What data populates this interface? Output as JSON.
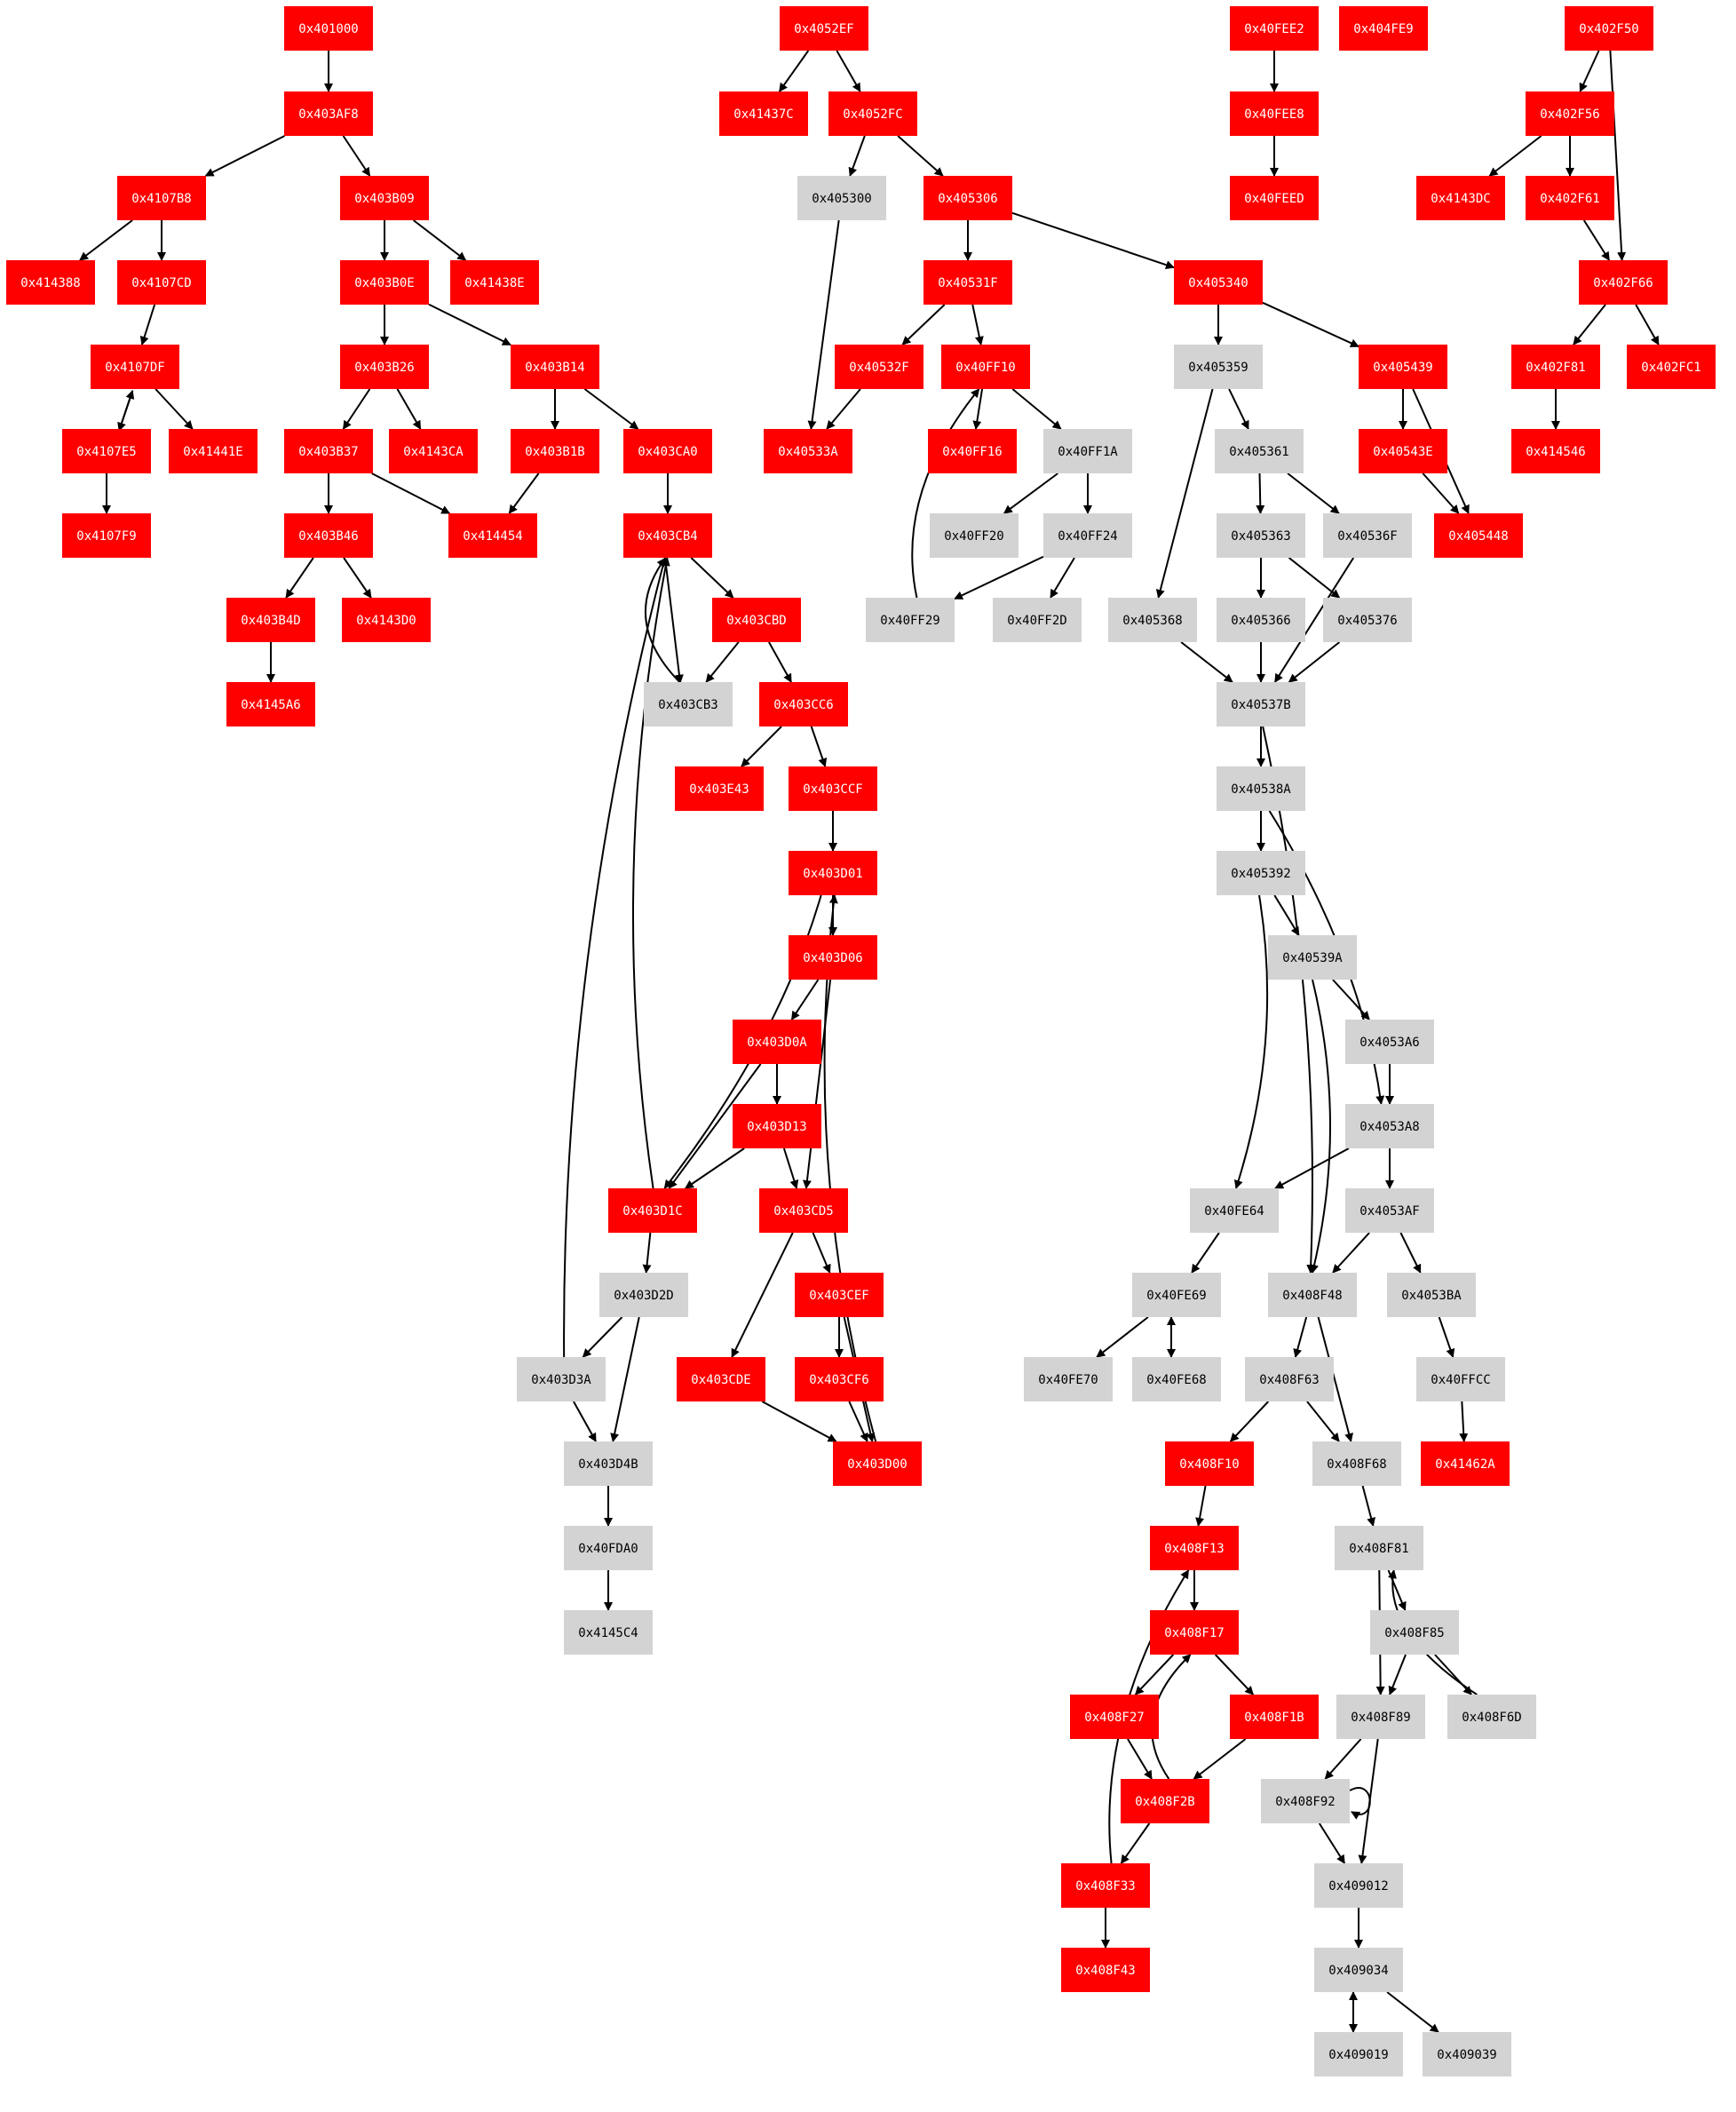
{
  "colors": {
    "visited": "#ff0000",
    "unvisited": "#d3d3d3",
    "visited_text": "#ffffff",
    "unvisited_text": "#000000",
    "edge": "#000000"
  },
  "nodes": [
    {
      "id": "0x401000",
      "state": "visited"
    },
    {
      "id": "0x403AF8",
      "state": "visited"
    },
    {
      "id": "0x4107B8",
      "state": "visited"
    },
    {
      "id": "0x403B09",
      "state": "visited"
    },
    {
      "id": "0x414388",
      "state": "visited"
    },
    {
      "id": "0x4107CD",
      "state": "visited"
    },
    {
      "id": "0x403B0E",
      "state": "visited"
    },
    {
      "id": "0x41438E",
      "state": "visited"
    },
    {
      "id": "0x4107DF",
      "state": "visited"
    },
    {
      "id": "0x403B26",
      "state": "visited"
    },
    {
      "id": "0x403B14",
      "state": "visited"
    },
    {
      "id": "0x4107E5",
      "state": "visited"
    },
    {
      "id": "0x41441E",
      "state": "visited"
    },
    {
      "id": "0x403B37",
      "state": "visited"
    },
    {
      "id": "0x4143CA",
      "state": "visited"
    },
    {
      "id": "0x403B1B",
      "state": "visited"
    },
    {
      "id": "0x403CA0",
      "state": "visited"
    },
    {
      "id": "0x4107F9",
      "state": "visited"
    },
    {
      "id": "0x403B46",
      "state": "visited"
    },
    {
      "id": "0x414454",
      "state": "visited"
    },
    {
      "id": "0x403CB4",
      "state": "visited"
    },
    {
      "id": "0x403B4D",
      "state": "visited"
    },
    {
      "id": "0x4143D0",
      "state": "visited"
    },
    {
      "id": "0x403CBD",
      "state": "visited"
    },
    {
      "id": "0x4145A6",
      "state": "visited"
    },
    {
      "id": "0x403CB3",
      "state": "unvisited"
    },
    {
      "id": "0x403CC6",
      "state": "visited"
    },
    {
      "id": "0x403E43",
      "state": "visited"
    },
    {
      "id": "0x403CCF",
      "state": "visited"
    },
    {
      "id": "0x403D01",
      "state": "visited"
    },
    {
      "id": "0x403D06",
      "state": "visited"
    },
    {
      "id": "0x403D0A",
      "state": "visited"
    },
    {
      "id": "0x403D13",
      "state": "visited"
    },
    {
      "id": "0x403D1C",
      "state": "visited"
    },
    {
      "id": "0x403CD5",
      "state": "visited"
    },
    {
      "id": "0x403D2D",
      "state": "unvisited"
    },
    {
      "id": "0x403CEF",
      "state": "visited"
    },
    {
      "id": "0x403D3A",
      "state": "unvisited"
    },
    {
      "id": "0x403CDE",
      "state": "visited"
    },
    {
      "id": "0x403CF6",
      "state": "visited"
    },
    {
      "id": "0x403D4B",
      "state": "unvisited"
    },
    {
      "id": "0x403D00",
      "state": "visited"
    },
    {
      "id": "0x40FDA0",
      "state": "unvisited"
    },
    {
      "id": "0x4145C4",
      "state": "unvisited"
    },
    {
      "id": "0x4052EF",
      "state": "visited"
    },
    {
      "id": "0x41437C",
      "state": "visited"
    },
    {
      "id": "0x4052FC",
      "state": "visited"
    },
    {
      "id": "0x405300",
      "state": "unvisited"
    },
    {
      "id": "0x405306",
      "state": "visited"
    },
    {
      "id": "0x40531F",
      "state": "visited"
    },
    {
      "id": "0x405340",
      "state": "visited"
    },
    {
      "id": "0x40532F",
      "state": "visited"
    },
    {
      "id": "0x40FF10",
      "state": "visited"
    },
    {
      "id": "0x405359",
      "state": "unvisited"
    },
    {
      "id": "0x405439",
      "state": "visited"
    },
    {
      "id": "0x40533A",
      "state": "visited"
    },
    {
      "id": "0x40FF16",
      "state": "visited"
    },
    {
      "id": "0x40FF1A",
      "state": "unvisited"
    },
    {
      "id": "0x405361",
      "state": "unvisited"
    },
    {
      "id": "0x40543E",
      "state": "visited"
    },
    {
      "id": "0x40FF20",
      "state": "unvisited"
    },
    {
      "id": "0x40FF24",
      "state": "unvisited"
    },
    {
      "id": "0x405363",
      "state": "unvisited"
    },
    {
      "id": "0x40536F",
      "state": "unvisited"
    },
    {
      "id": "0x405448",
      "state": "visited"
    },
    {
      "id": "0x40FF29",
      "state": "unvisited"
    },
    {
      "id": "0x40FF2D",
      "state": "unvisited"
    },
    {
      "id": "0x405368",
      "state": "unvisited"
    },
    {
      "id": "0x405366",
      "state": "unvisited"
    },
    {
      "id": "0x405376",
      "state": "unvisited"
    },
    {
      "id": "0x40537B",
      "state": "unvisited"
    },
    {
      "id": "0x40538A",
      "state": "unvisited"
    },
    {
      "id": "0x405392",
      "state": "unvisited"
    },
    {
      "id": "0x40539A",
      "state": "unvisited"
    },
    {
      "id": "0x4053A6",
      "state": "unvisited"
    },
    {
      "id": "0x4053A8",
      "state": "unvisited"
    },
    {
      "id": "0x40FE64",
      "state": "unvisited"
    },
    {
      "id": "0x4053AF",
      "state": "unvisited"
    },
    {
      "id": "0x40FE69",
      "state": "unvisited"
    },
    {
      "id": "0x408F48",
      "state": "unvisited"
    },
    {
      "id": "0x4053BA",
      "state": "unvisited"
    },
    {
      "id": "0x40FE70",
      "state": "unvisited"
    },
    {
      "id": "0x40FE68",
      "state": "unvisited"
    },
    {
      "id": "0x408F63",
      "state": "unvisited"
    },
    {
      "id": "0x40FFCC",
      "state": "unvisited"
    },
    {
      "id": "0x408F10",
      "state": "visited"
    },
    {
      "id": "0x408F68",
      "state": "unvisited"
    },
    {
      "id": "0x41462A",
      "state": "visited"
    },
    {
      "id": "0x408F13",
      "state": "visited"
    },
    {
      "id": "0x408F81",
      "state": "unvisited"
    },
    {
      "id": "0x408F17",
      "state": "visited"
    },
    {
      "id": "0x408F85",
      "state": "unvisited"
    },
    {
      "id": "0x408F27",
      "state": "visited"
    },
    {
      "id": "0x408F1B",
      "state": "visited"
    },
    {
      "id": "0x408F89",
      "state": "unvisited"
    },
    {
      "id": "0x408F6D",
      "state": "unvisited"
    },
    {
      "id": "0x408F2B",
      "state": "visited"
    },
    {
      "id": "0x408F92",
      "state": "unvisited"
    },
    {
      "id": "0x408F33",
      "state": "visited"
    },
    {
      "id": "0x409012",
      "state": "unvisited"
    },
    {
      "id": "0x408F43",
      "state": "visited"
    },
    {
      "id": "0x409034",
      "state": "unvisited"
    },
    {
      "id": "0x409019",
      "state": "unvisited"
    },
    {
      "id": "0x409039",
      "state": "unvisited"
    },
    {
      "id": "0x40FEE2",
      "state": "visited"
    },
    {
      "id": "0x404FE9",
      "state": "visited"
    },
    {
      "id": "0x40FEE8",
      "state": "visited"
    },
    {
      "id": "0x40FEED",
      "state": "visited"
    },
    {
      "id": "0x402F50",
      "state": "visited"
    },
    {
      "id": "0x402F56",
      "state": "visited"
    },
    {
      "id": "0x4143DC",
      "state": "visited"
    },
    {
      "id": "0x402F61",
      "state": "visited"
    },
    {
      "id": "0x402F66",
      "state": "visited"
    },
    {
      "id": "0x402F81",
      "state": "visited"
    },
    {
      "id": "0x402FC1",
      "state": "visited"
    },
    {
      "id": "0x414546",
      "state": "visited"
    }
  ],
  "edges": [
    [
      "0x401000",
      "0x403AF8"
    ],
    [
      "0x403AF8",
      "0x4107B8"
    ],
    [
      "0x403AF8",
      "0x403B09"
    ],
    [
      "0x4107B8",
      "0x414388"
    ],
    [
      "0x4107B8",
      "0x4107CD"
    ],
    [
      "0x403B09",
      "0x403B0E"
    ],
    [
      "0x403B09",
      "0x41438E"
    ],
    [
      "0x4107CD",
      "0x4107DF"
    ],
    [
      "0x403B0E",
      "0x403B26"
    ],
    [
      "0x403B0E",
      "0x403B14"
    ],
    [
      "0x4107DF",
      "0x4107E5"
    ],
    [
      "0x4107E5",
      "0x4107DF"
    ],
    [
      "0x4107DF",
      "0x41441E"
    ],
    [
      "0x4107E5",
      "0x4107F9"
    ],
    [
      "0x403B26",
      "0x403B37"
    ],
    [
      "0x403B26",
      "0x4143CA"
    ],
    [
      "0x403B14",
      "0x403B1B"
    ],
    [
      "0x403B14",
      "0x403CA0"
    ],
    [
      "0x403B37",
      "0x403B46"
    ],
    [
      "0x403B37",
      "0x414454"
    ],
    [
      "0x403B1B",
      "0x414454"
    ],
    [
      "0x403CA0",
      "0x403CB4"
    ],
    [
      "0x403B46",
      "0x403B4D"
    ],
    [
      "0x403B46",
      "0x4143D0"
    ],
    [
      "0x403B4D",
      "0x4145A6"
    ],
    [
      "0x403CB4",
      "0x403CBD"
    ],
    [
      "0x403CB4",
      "0x403CB3"
    ],
    [
      "0x403CB3",
      "0x403CB4"
    ],
    [
      "0x403CBD",
      "0x403CB3"
    ],
    [
      "0x403CBD",
      "0x403CC6"
    ],
    [
      "0x403CC6",
      "0x403E43"
    ],
    [
      "0x403CC6",
      "0x403CCF"
    ],
    [
      "0x403CCF",
      "0x403D01"
    ],
    [
      "0x403D01",
      "0x403D06"
    ],
    [
      "0x403D01",
      "0x403D1C"
    ],
    [
      "0x403D06",
      "0x403D0A"
    ],
    [
      "0x403D06",
      "0x403CD5"
    ],
    [
      "0x403D0A",
      "0x403D13"
    ],
    [
      "0x403D0A",
      "0x403D1C"
    ],
    [
      "0x403D13",
      "0x403D1C"
    ],
    [
      "0x403D13",
      "0x403CD5"
    ],
    [
      "0x403D1C",
      "0x403CB4"
    ],
    [
      "0x403D1C",
      "0x403D2D"
    ],
    [
      "0x403D2D",
      "0x403D3A"
    ],
    [
      "0x403D2D",
      "0x403D4B"
    ],
    [
      "0x403D3A",
      "0x403CB4"
    ],
    [
      "0x403D3A",
      "0x403D4B"
    ],
    [
      "0x403D4B",
      "0x40FDA0"
    ],
    [
      "0x40FDA0",
      "0x4145C4"
    ],
    [
      "0x403CD5",
      "0x403CEF"
    ],
    [
      "0x403CD5",
      "0x403CDE"
    ],
    [
      "0x403CEF",
      "0x403CF6"
    ],
    [
      "0x403CEF",
      "0x403D00"
    ],
    [
      "0x403CF6",
      "0x403D00"
    ],
    [
      "0x403CDE",
      "0x403D00"
    ],
    [
      "0x403D00",
      "0x403D01"
    ],
    [
      "0x4052EF",
      "0x41437C"
    ],
    [
      "0x4052EF",
      "0x4052FC"
    ],
    [
      "0x4052FC",
      "0x405300"
    ],
    [
      "0x4052FC",
      "0x405306"
    ],
    [
      "0x405300",
      "0x40533A"
    ],
    [
      "0x405306",
      "0x40531F"
    ],
    [
      "0x405306",
      "0x405340"
    ],
    [
      "0x40531F",
      "0x40532F"
    ],
    [
      "0x40531F",
      "0x40FF10"
    ],
    [
      "0x40532F",
      "0x40533A"
    ],
    [
      "0x40FF10",
      "0x40FF16"
    ],
    [
      "0x40FF10",
      "0x40FF1A"
    ],
    [
      "0x40FF1A",
      "0x40FF20"
    ],
    [
      "0x40FF1A",
      "0x40FF24"
    ],
    [
      "0x40FF24",
      "0x40FF29"
    ],
    [
      "0x40FF24",
      "0x40FF2D"
    ],
    [
      "0x40FF29",
      "0x40FF10"
    ],
    [
      "0x405340",
      "0x405359"
    ],
    [
      "0x405340",
      "0x405439"
    ],
    [
      "0x405439",
      "0x40543E"
    ],
    [
      "0x405439",
      "0x405448"
    ],
    [
      "0x40543E",
      "0x405448"
    ],
    [
      "0x405359",
      "0x405361"
    ],
    [
      "0x405359",
      "0x405368"
    ],
    [
      "0x405361",
      "0x405363"
    ],
    [
      "0x405361",
      "0x40536F"
    ],
    [
      "0x405363",
      "0x405366"
    ],
    [
      "0x405363",
      "0x405376"
    ],
    [
      "0x405368",
      "0x40537B"
    ],
    [
      "0x405366",
      "0x40537B"
    ],
    [
      "0x405376",
      "0x40537B"
    ],
    [
      "0x40536F",
      "0x40537B"
    ],
    [
      "0x40537B",
      "0x40538A"
    ],
    [
      "0x40537B",
      "0x408F48"
    ],
    [
      "0x40538A",
      "0x405392"
    ],
    [
      "0x40538A",
      "0x4053A8"
    ],
    [
      "0x405392",
      "0x40539A"
    ],
    [
      "0x405392",
      "0x40FE64"
    ],
    [
      "0x40539A",
      "0x4053A6"
    ],
    [
      "0x40539A",
      "0x408F48"
    ],
    [
      "0x4053A6",
      "0x4053A8"
    ],
    [
      "0x4053A8",
      "0x40FE64"
    ],
    [
      "0x4053A8",
      "0x4053AF"
    ],
    [
      "0x40FE64",
      "0x40FE69"
    ],
    [
      "0x4053AF",
      "0x408F48"
    ],
    [
      "0x4053AF",
      "0x4053BA"
    ],
    [
      "0x40FE69",
      "0x40FE70"
    ],
    [
      "0x40FE69",
      "0x40FE68"
    ],
    [
      "0x40FE68",
      "0x40FE69"
    ],
    [
      "0x4053BA",
      "0x40FFCC"
    ],
    [
      "0x40FFCC",
      "0x41462A"
    ],
    [
      "0x408F48",
      "0x408F63"
    ],
    [
      "0x408F48",
      "0x408F68"
    ],
    [
      "0x408F63",
      "0x408F10"
    ],
    [
      "0x408F63",
      "0x408F68"
    ],
    [
      "0x408F10",
      "0x408F13"
    ],
    [
      "0x408F13",
      "0x408F17"
    ],
    [
      "0x408F17",
      "0x408F27"
    ],
    [
      "0x408F17",
      "0x408F1B"
    ],
    [
      "0x408F27",
      "0x408F2B"
    ],
    [
      "0x408F1B",
      "0x408F2B"
    ],
    [
      "0x408F2B",
      "0x408F17"
    ],
    [
      "0x408F2B",
      "0x408F33"
    ],
    [
      "0x408F33",
      "0x408F13"
    ],
    [
      "0x408F33",
      "0x408F43"
    ],
    [
      "0x408F68",
      "0x408F81"
    ],
    [
      "0x408F81",
      "0x408F85"
    ],
    [
      "0x408F81",
      "0x408F89"
    ],
    [
      "0x408F85",
      "0x408F89"
    ],
    [
      "0x408F85",
      "0x408F6D"
    ],
    [
      "0x408F6D",
      "0x408F81"
    ],
    [
      "0x408F89",
      "0x408F92"
    ],
    [
      "0x408F89",
      "0x409012"
    ],
    [
      "0x408F92",
      "0x408F92"
    ],
    [
      "0x408F92",
      "0x409012"
    ],
    [
      "0x409012",
      "0x409034"
    ],
    [
      "0x409034",
      "0x409019"
    ],
    [
      "0x409019",
      "0x409034"
    ],
    [
      "0x409034",
      "0x409039"
    ],
    [
      "0x40FEE2",
      "0x40FEE8"
    ],
    [
      "0x40FEE8",
      "0x40FEED"
    ],
    [
      "0x402F50",
      "0x402F56"
    ],
    [
      "0x402F50",
      "0x402F66"
    ],
    [
      "0x402F56",
      "0x4143DC"
    ],
    [
      "0x402F56",
      "0x402F61"
    ],
    [
      "0x402F61",
      "0x402F66"
    ],
    [
      "0x402F66",
      "0x402F81"
    ],
    [
      "0x402F66",
      "0x402FC1"
    ],
    [
      "0x402F81",
      "0x414546"
    ]
  ]
}
